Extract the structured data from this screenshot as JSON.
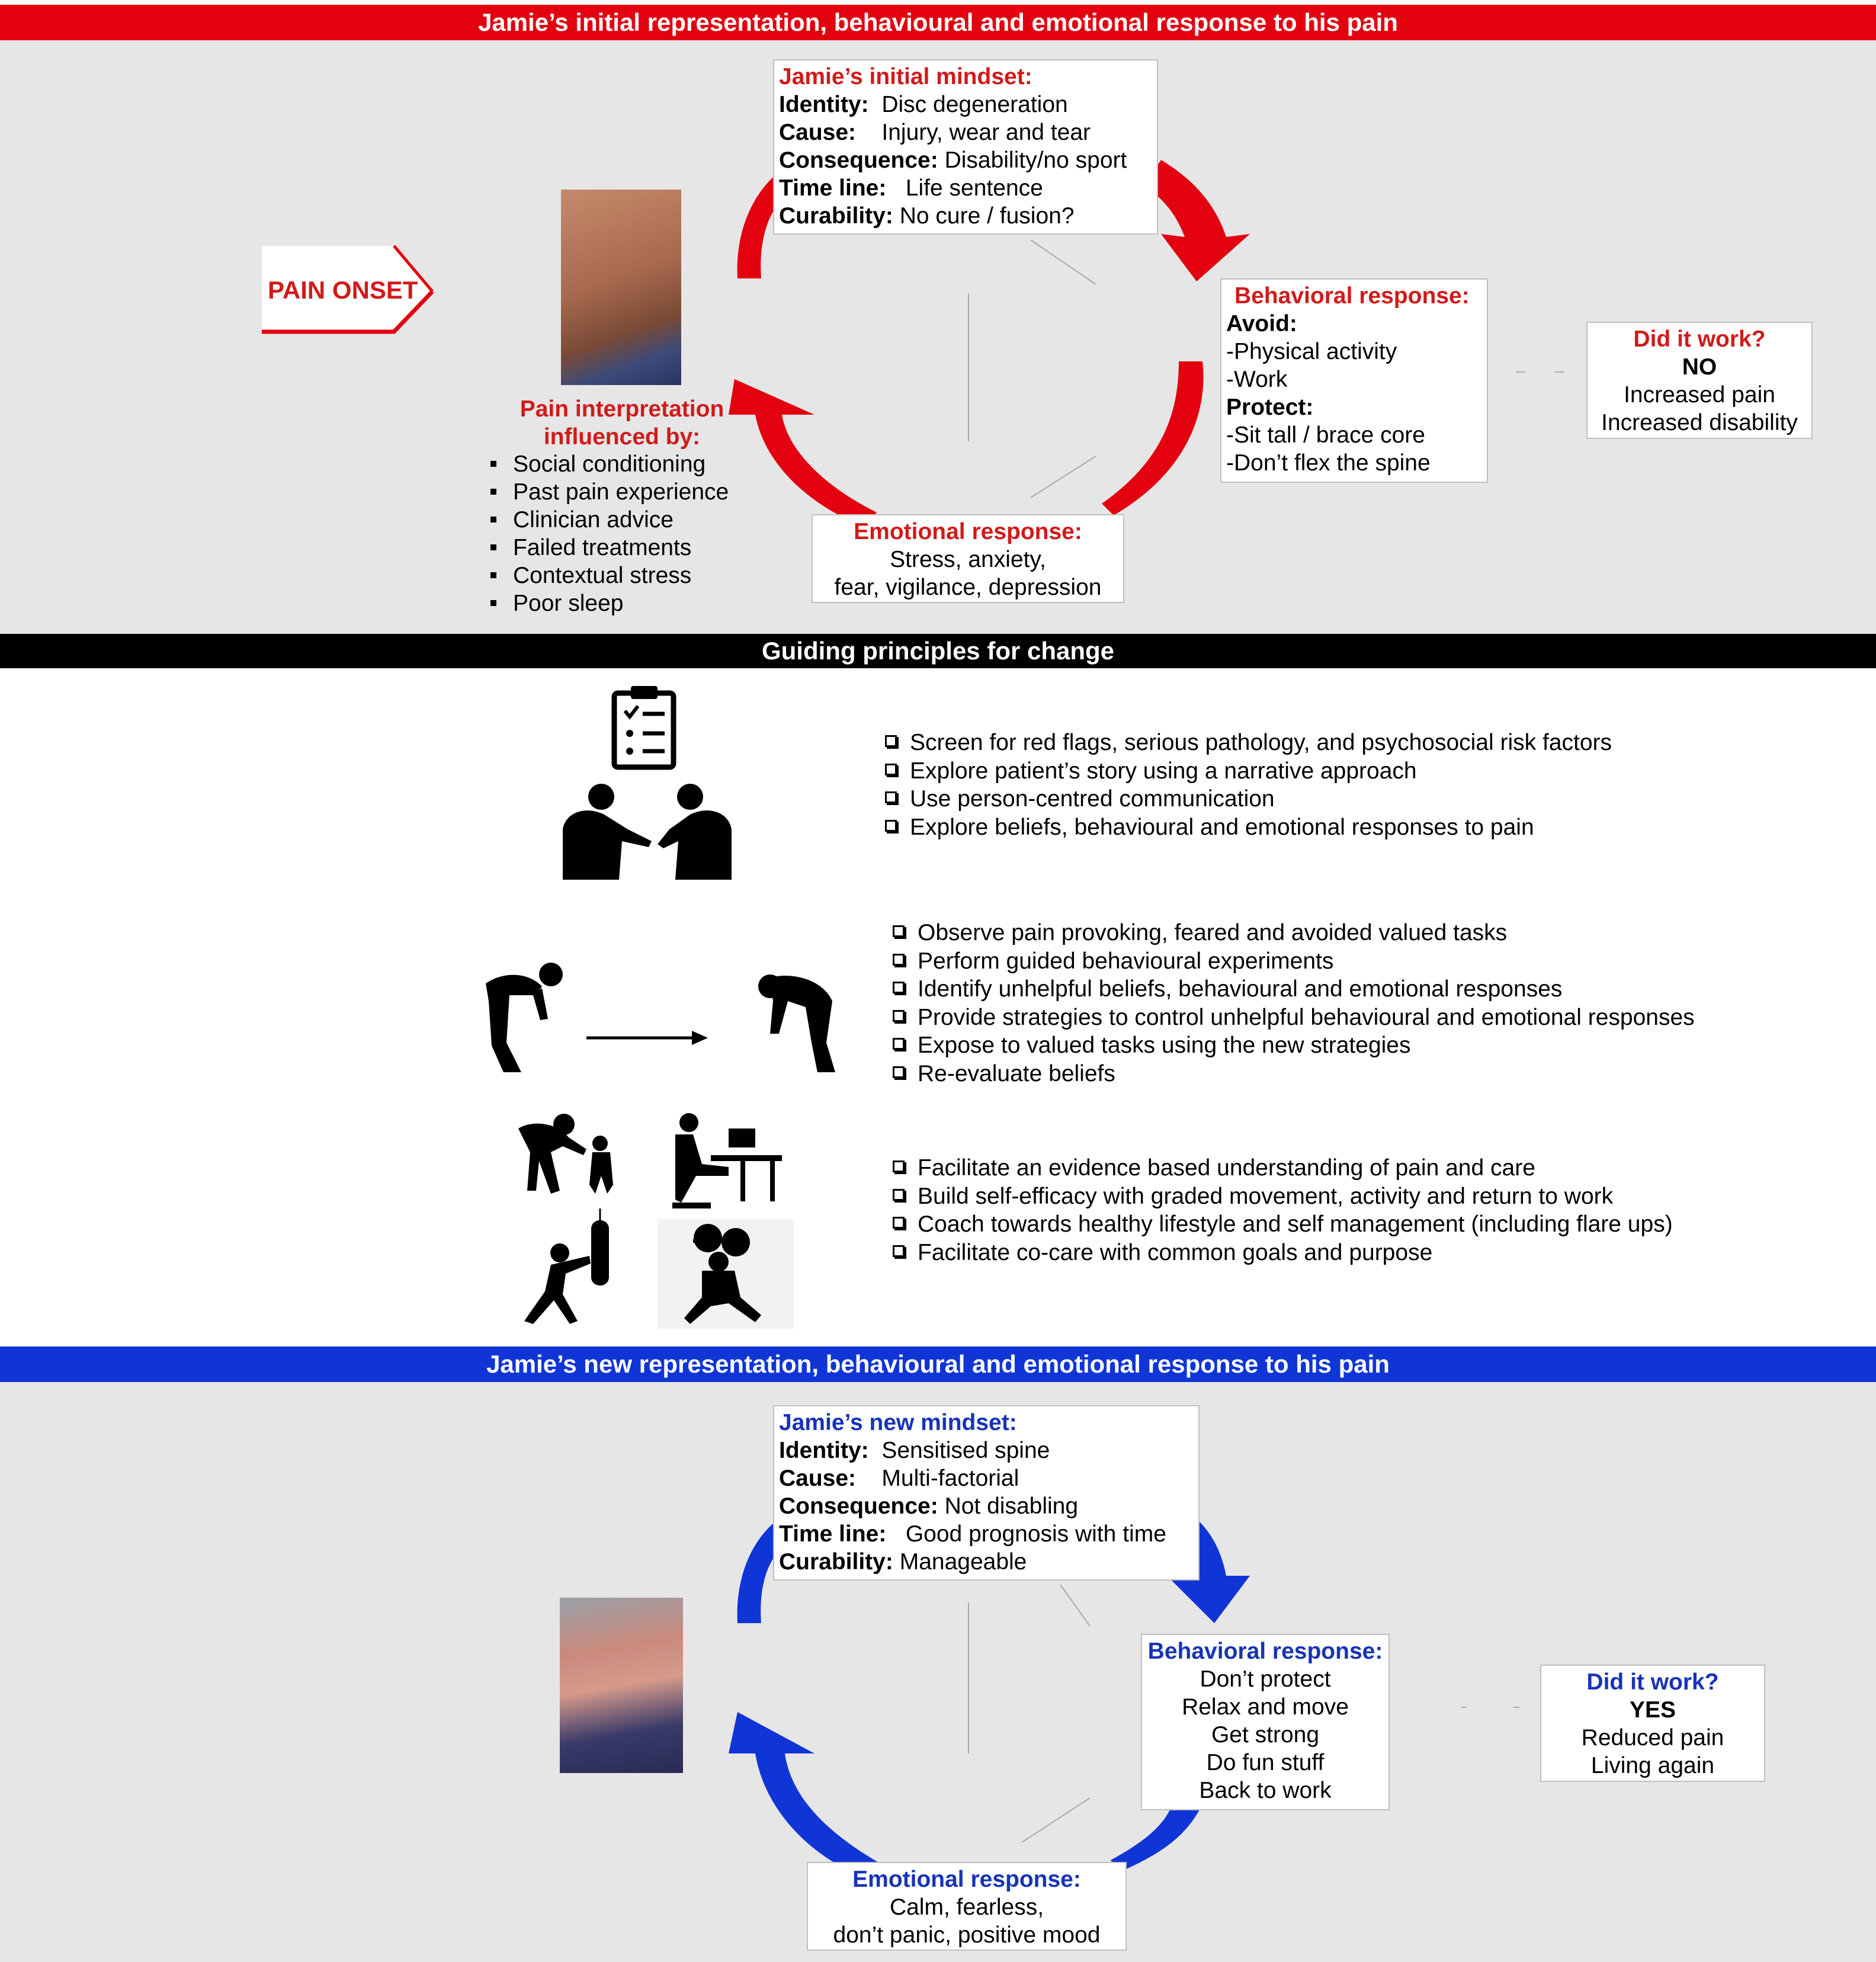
{
  "colors": {
    "red": "#e3000f",
    "blue": "#1035d6",
    "black": "#000000",
    "panel": "#e7e6e6"
  },
  "headers": {
    "initial": "Jamie’s initial representation, behavioural and emotional response to his pain",
    "principles": "Guiding principles for change",
    "new": "Jamie’s new representation, behavioural and emotional response to his pain"
  },
  "initial": {
    "pain_onset": "PAIN ONSET",
    "photo_icon": "back-pain-photo",
    "mindset": {
      "title": "Jamie’s initial mindset:",
      "rows": [
        {
          "key": "Identity:",
          "value": "Disc degeneration"
        },
        {
          "key": "Cause:",
          "value": "Injury, wear and tear"
        },
        {
          "key": "Consequence:",
          "value": "Disability/no sport"
        },
        {
          "key": "Time line:",
          "value": "Life sentence"
        },
        {
          "key": "Curability:",
          "value": "No cure / fusion?"
        }
      ]
    },
    "behavioral": {
      "title": "Behavioral response:",
      "avoid": "Avoid:",
      "avoid_items": [
        "-Physical activity",
        "-Work"
      ],
      "protect": "Protect:",
      "protect_items": [
        "-Sit tall / brace core",
        "-Don’t flex the spine"
      ]
    },
    "did_it_work": {
      "title": "Did it work?",
      "answer": "NO",
      "lines": [
        "Increased pain",
        "Increased disability"
      ]
    },
    "interpretation": {
      "title_1": "Pain interpretation",
      "title_2": "influenced by:",
      "items": [
        "Social conditioning",
        "Past pain experience",
        "Clinician advice",
        "Failed treatments",
        "Contextual stress",
        "Poor sleep"
      ]
    },
    "emotional": {
      "title": "Emotional response:",
      "lines": [
        "Stress, anxiety,",
        "fear, vigilance, depression"
      ]
    }
  },
  "principles": {
    "icons": [
      "clipboard-checklist-icon",
      "consultation-silhouette-icon",
      "bending-forward-icon",
      "right-arrow-icon",
      "bending-relaxed-icon",
      "lifting-child-icon",
      "desk-work-icon",
      "boxing-icon",
      "weightlifting-icon"
    ],
    "group1": [
      "Screen for red flags, serious pathology, and  psychosocial risk factors",
      "Explore patient’s story using a narrative approach",
      "Use person-centred communication",
      "Explore beliefs, behavioural and emotional responses to pain"
    ],
    "group2": [
      "Observe pain provoking, feared and avoided valued tasks",
      "Perform guided behavioural experiments",
      "Identify unhelpful beliefs, behavioural and emotional responses",
      "Provide strategies to control unhelpful behavioural and emotional responses",
      "Expose to valued tasks using the new strategies",
      "Re-evaluate beliefs"
    ],
    "group3": [
      "Facilitate an evidence based understanding of pain and care",
      "Build self-efficacy with graded movement, activity and return to work",
      "Coach towards healthy lifestyle and self management (including flare ups)",
      "Facilitate co-care with common goals and purpose"
    ]
  },
  "new": {
    "mindset": {
      "title": "Jamie’s new mindset:",
      "rows": [
        {
          "key": "Identity:",
          "value": "Sensitised spine"
        },
        {
          "key": "Cause:",
          "value": "Multi-factorial"
        },
        {
          "key": "Consequence:",
          "value": "Not disabling"
        },
        {
          "key": "Time line:",
          "value": "Good prognosis with time"
        },
        {
          "key": "Curability:",
          "value": "Manageable"
        }
      ]
    },
    "behavioral": {
      "title": "Behavioral response:",
      "lines": [
        "Don’t protect",
        "Relax and move",
        "Get strong",
        "Do fun stuff",
        "Back to work"
      ]
    },
    "did_it_work": {
      "title": "Did it work?",
      "answer": "YES",
      "lines": [
        "Reduced pain",
        "Living again"
      ]
    },
    "emotional": {
      "title": "Emotional response:",
      "lines": [
        "Calm, fearless,",
        "don’t panic, positive mood"
      ]
    }
  }
}
